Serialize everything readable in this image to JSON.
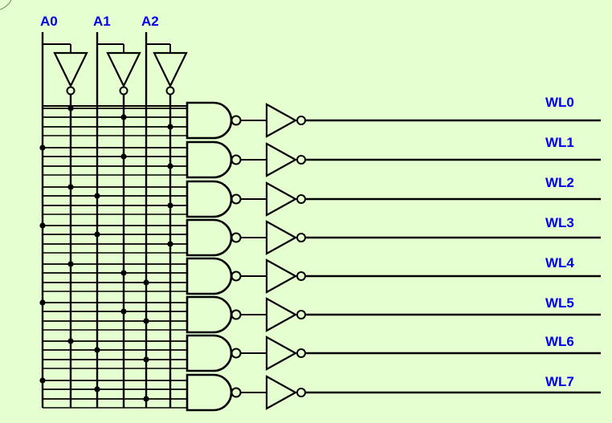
{
  "colors": {
    "background": "#e6ffd1",
    "wire": "#000000",
    "label": "#0000ee"
  },
  "inputs": [
    {
      "label": "A0"
    },
    {
      "label": "A1"
    },
    {
      "label": "A2"
    }
  ],
  "outputs": [
    {
      "label": "WL0"
    },
    {
      "label": "WL1"
    },
    {
      "label": "WL2"
    },
    {
      "label": "WL3"
    },
    {
      "label": "WL4"
    },
    {
      "label": "WL5"
    },
    {
      "label": "WL6"
    },
    {
      "label": "WL7"
    }
  ]
}
